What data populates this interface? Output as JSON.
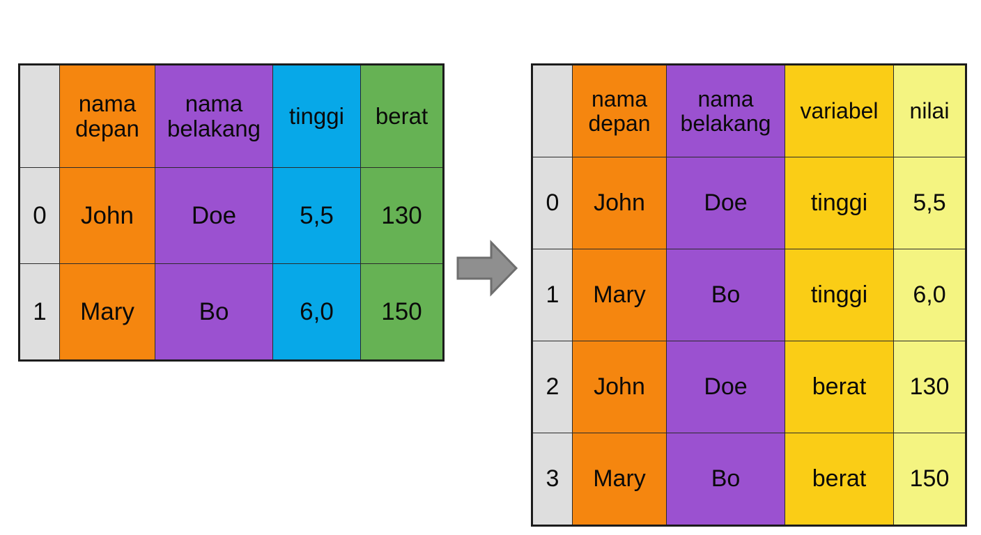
{
  "diagram": {
    "title_visible": false,
    "arrow": {
      "name": "right-arrow",
      "direction": "right",
      "fill": "#8f8f8f",
      "stroke": "#6e6e6e"
    },
    "palette": {
      "orange": "#f5860f",
      "purple": "#9b51d0",
      "blue": "#07a8e8",
      "green": "#66b254",
      "gold": "#facd16",
      "pale_yellow": "#f4f481",
      "index_gray": "#dedede",
      "border": "#1c1c1c"
    }
  },
  "source_table": {
    "name": "wide-table",
    "index_header": "",
    "headers": [
      {
        "label": "nama\ndepan",
        "color": "#f5860f"
      },
      {
        "label": "nama\nbelakang",
        "color": "#9b51d0"
      },
      {
        "label": "tinggi",
        "color": "#07a8e8"
      },
      {
        "label": "berat",
        "color": "#66b254"
      }
    ],
    "rows": [
      {
        "index": "0",
        "nama_depan": "John",
        "nama_belakang": "Doe",
        "tinggi": "5,5",
        "berat": "130"
      },
      {
        "index": "1",
        "nama_depan": "Mary",
        "nama_belakang": "Bo",
        "tinggi": "6,0",
        "berat": "150"
      }
    ]
  },
  "result_table": {
    "name": "long-table",
    "index_header": "",
    "headers": [
      {
        "label": "nama\ndepan",
        "color": "#f5860f"
      },
      {
        "label": "nama\nbelakang",
        "color": "#9b51d0"
      },
      {
        "label": "variabel",
        "color": "#facd16"
      },
      {
        "label": "nilai",
        "color": "#f4f481"
      }
    ],
    "rows": [
      {
        "index": "0",
        "nama_depan": "John",
        "nama_belakang": "Doe",
        "variabel": "tinggi",
        "nilai": "5,5"
      },
      {
        "index": "1",
        "nama_depan": "Mary",
        "nama_belakang": "Bo",
        "variabel": "tinggi",
        "nilai": "6,0"
      },
      {
        "index": "2",
        "nama_depan": "John",
        "nama_belakang": "Doe",
        "variabel": "berat",
        "nilai": "130"
      },
      {
        "index": "3",
        "nama_depan": "Mary",
        "nama_belakang": "Bo",
        "variabel": "berat",
        "nilai": "150"
      }
    ]
  }
}
